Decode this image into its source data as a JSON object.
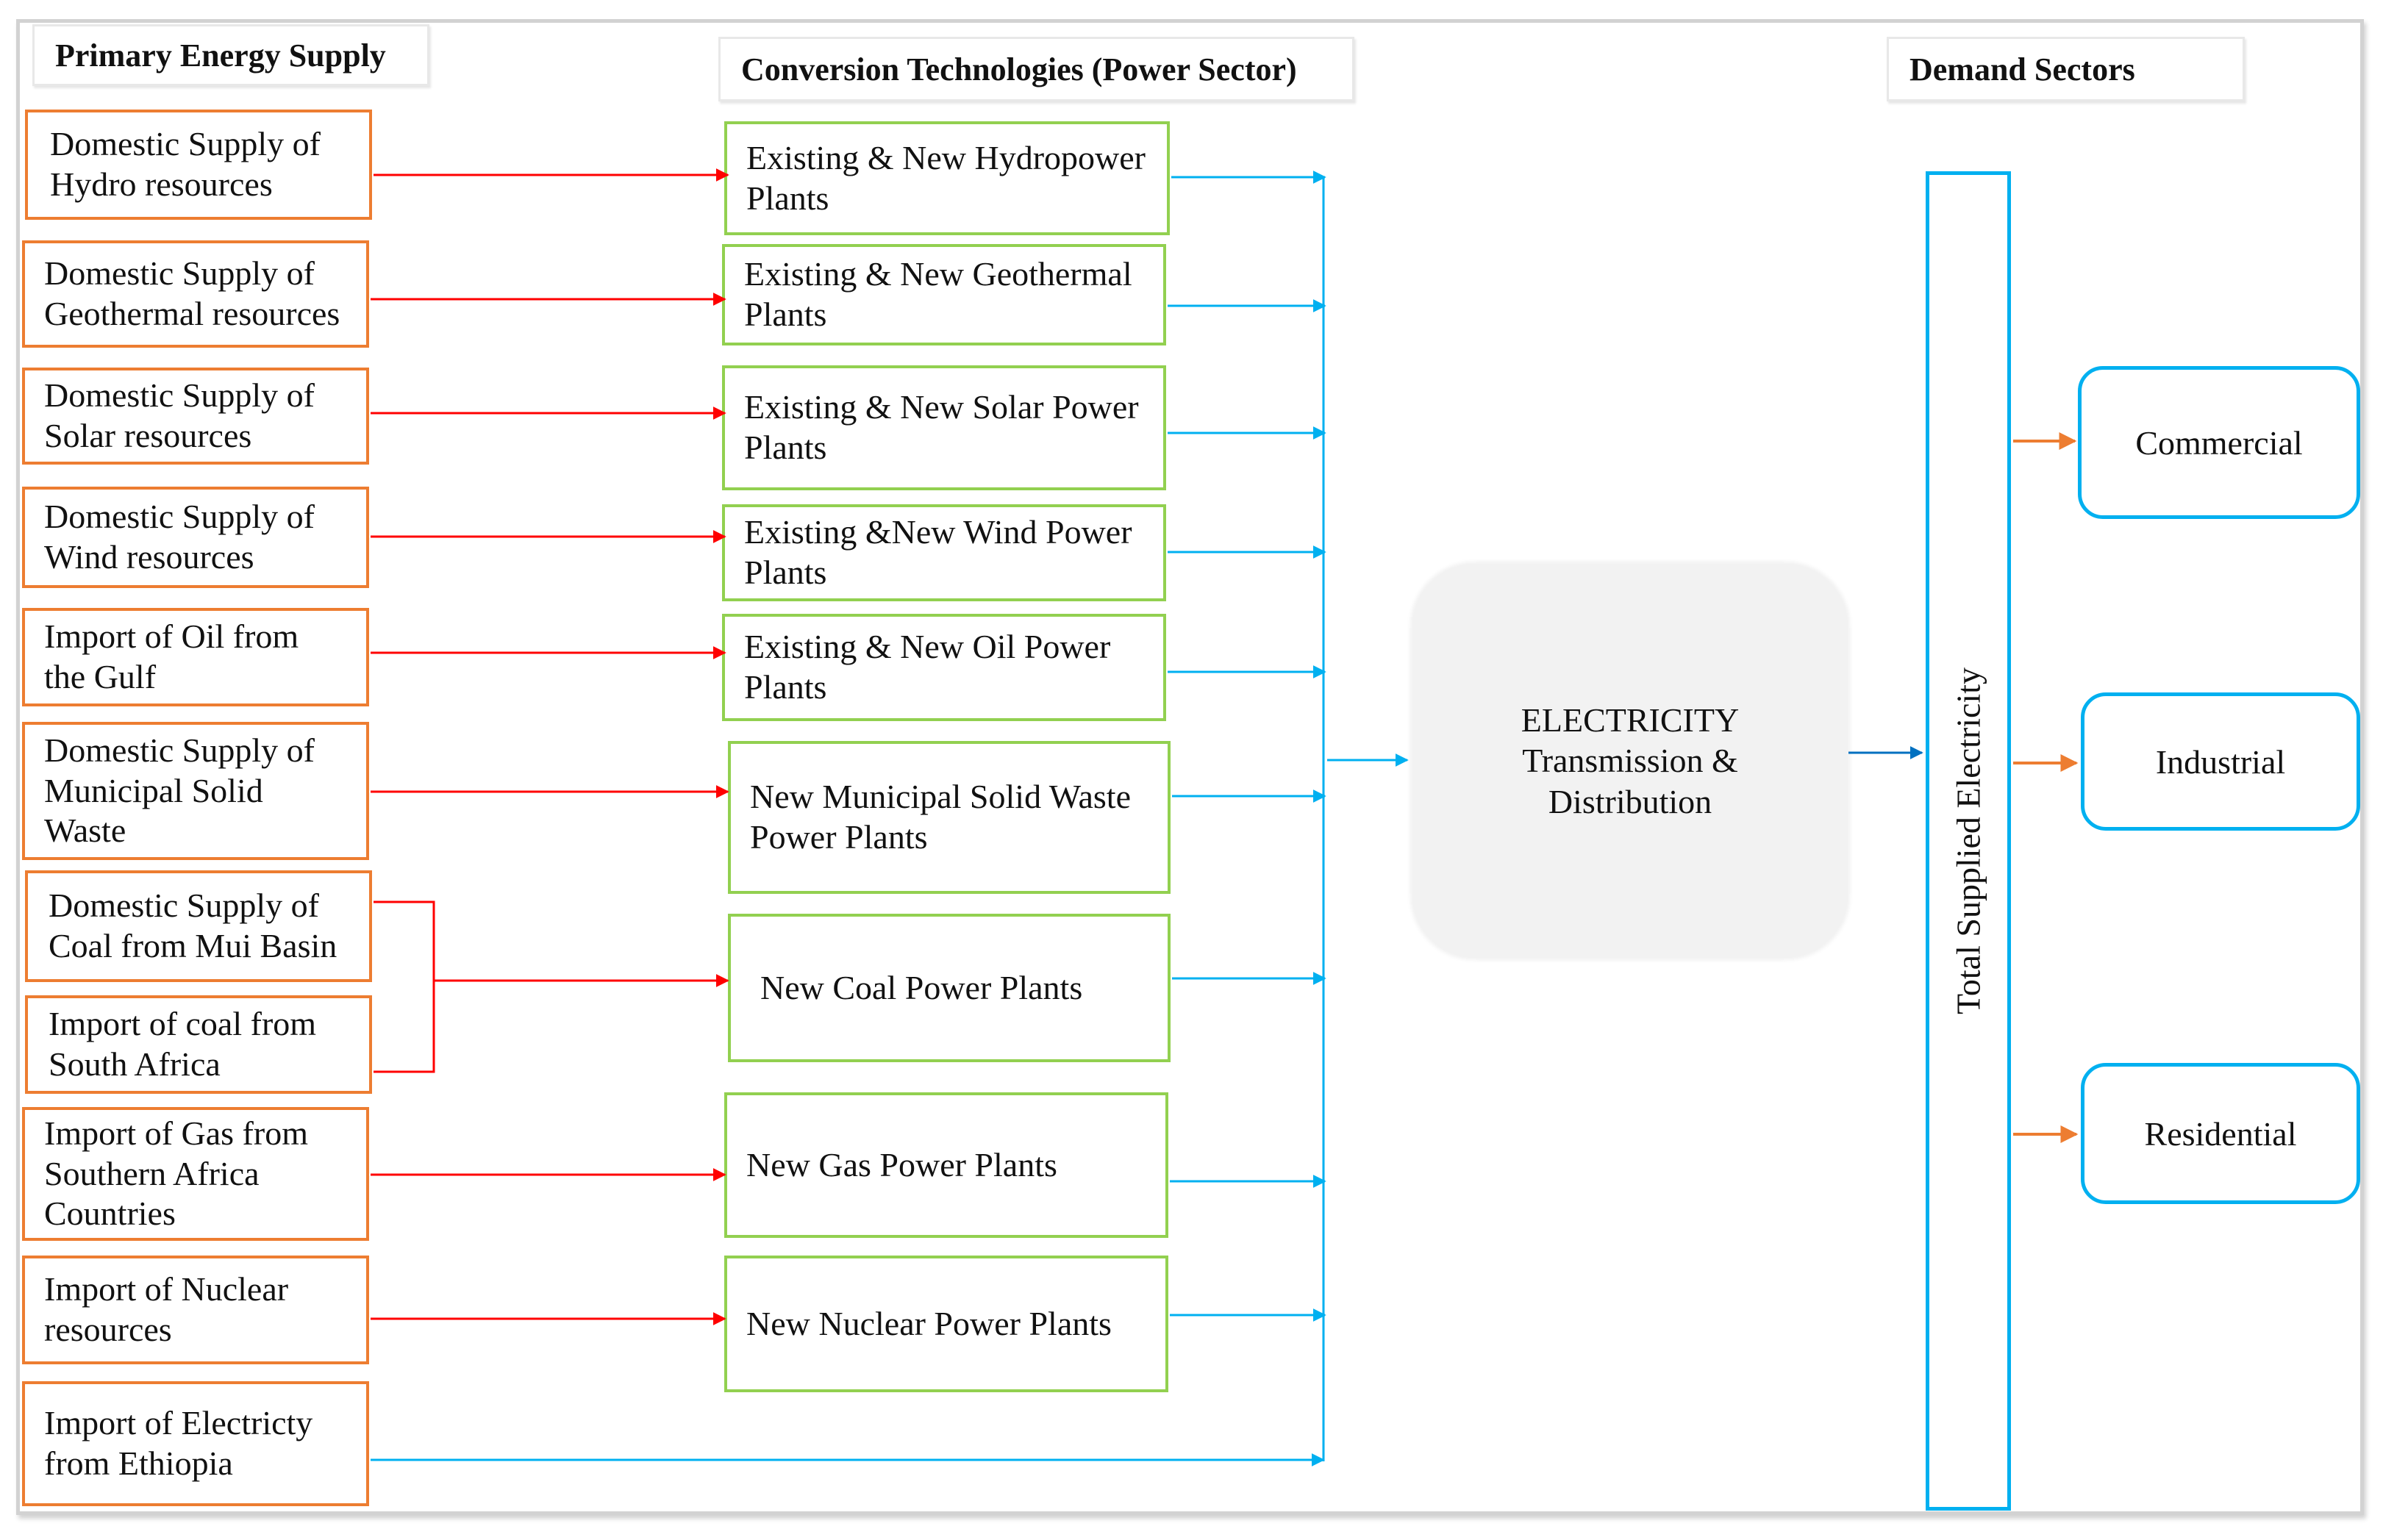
{
  "headers": {
    "primary": "Primary Energy Supply",
    "conversion": "Conversion Technologies (Power Sector)",
    "demand": "Demand Sectors"
  },
  "sources": [
    {
      "id": "hydro",
      "text": "Domestic Supply of\nHydro resources"
    },
    {
      "id": "geo",
      "text": "Domestic Supply of\nGeothermal resources"
    },
    {
      "id": "solar",
      "text": "Domestic Supply of\nSolar resources"
    },
    {
      "id": "wind",
      "text": "Domestic Supply of\nWind resources"
    },
    {
      "id": "oil",
      "text": "Import of Oil from\nthe Gulf"
    },
    {
      "id": "msw",
      "text": "Domestic Supply of\nMunicipal Solid\nWaste"
    },
    {
      "id": "coal-mui",
      "text": "Domestic Supply of\nCoal from Mui Basin"
    },
    {
      "id": "coal-sa",
      "text": "Import of coal from\nSouth Africa"
    },
    {
      "id": "gas",
      "text": "Import of Gas from\nSouthern Africa\nCountries"
    },
    {
      "id": "nuclear",
      "text": "Import of Nuclear\nresources"
    },
    {
      "id": "elec-eth",
      "text": "Import of Electricty\nfrom Ethiopia"
    }
  ],
  "technologies": [
    {
      "id": "hydro",
      "text": "Existing & New Hydropower\nPlants"
    },
    {
      "id": "geo",
      "text": "Existing & New Geothermal\nPlants"
    },
    {
      "id": "solar",
      "text": "Existing & New Solar Power\nPlants"
    },
    {
      "id": "wind",
      "text": "Existing &New Wind Power\nPlants"
    },
    {
      "id": "oil",
      "text": "Existing & New Oil Power\nPlants"
    },
    {
      "id": "msw",
      "text": "New Municipal Solid Waste\nPower Plants"
    },
    {
      "id": "coal",
      "text": "New Coal Power Plants"
    },
    {
      "id": "gas",
      "text": "New Gas Power Plants"
    },
    {
      "id": "nuclear",
      "text": "New Nuclear Power Plants"
    }
  ],
  "center": {
    "line1": "ELECTRICITY",
    "line2": "Transmission &",
    "line3": "Distribution"
  },
  "bus_label": "Total Supplied Electricity",
  "demand": [
    {
      "id": "commercial",
      "text": "Commercial"
    },
    {
      "id": "industrial",
      "text": "Industrial"
    },
    {
      "id": "residential",
      "text": "Residential"
    }
  ],
  "colors": {
    "source_border": "#ed7d31",
    "tech_border": "#92d050",
    "source_arrow": "#ff0000",
    "tech_arrow": "#00b0f0",
    "main_arrow": "#0070c0",
    "demand_arrow": "#ed7d31",
    "bus_border": "#00b0f0"
  }
}
